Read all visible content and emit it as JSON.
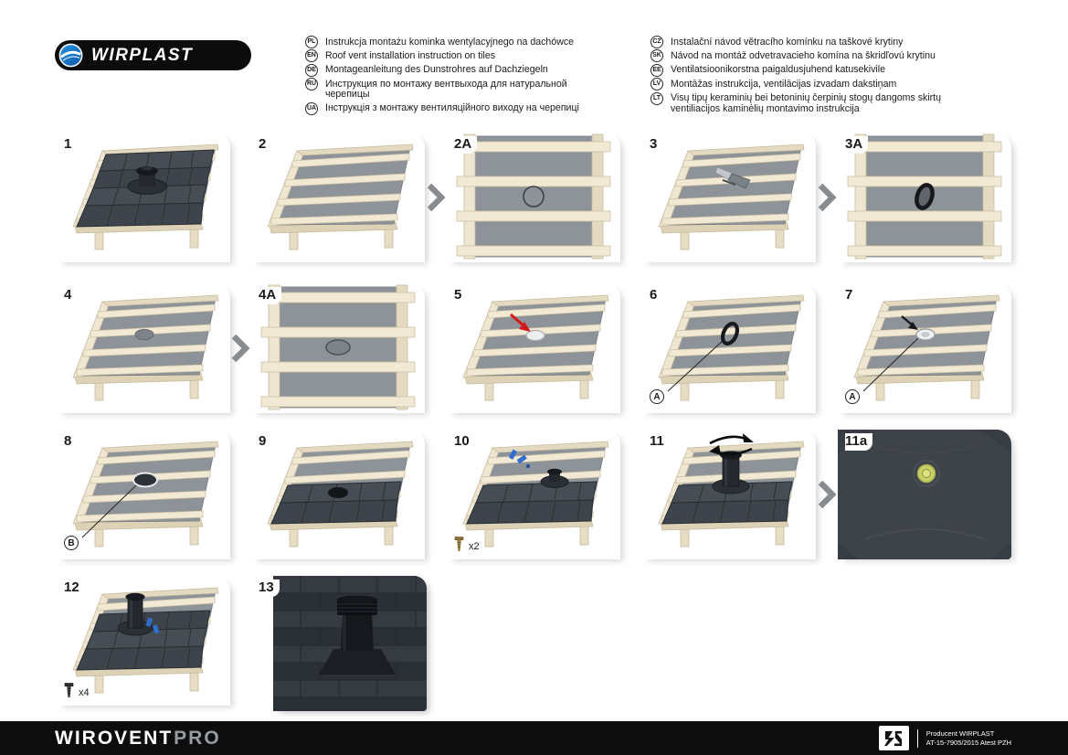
{
  "logo": {
    "brand": "WIRPLAST"
  },
  "languages_left": [
    {
      "code": "PL",
      "text": "Instrukcja montażu kominka wentylacyjnego na dachówce"
    },
    {
      "code": "EN",
      "text": "Roof vent installation instruction on tiles"
    },
    {
      "code": "DE",
      "text": "Montageanleitung des Dunstrohres auf Dachziegeln"
    },
    {
      "code": "RU",
      "text": "Инструкция по монтажу вентвыхода для натуральной черепицы"
    },
    {
      "code": "UA",
      "text": "Інструкція з монтажу вентиляційного виходу на черепиці"
    }
  ],
  "languages_right": [
    {
      "code": "CZ",
      "text": "Instalační návod větracího komínku na taškové krytiny"
    },
    {
      "code": "SK",
      "text": "Návod na montáž odvetravacieho komína na škridľovú krytinu"
    },
    {
      "code": "EE",
      "text": "Ventilatsioonikorstna paigaldusjuhend katusekivile"
    },
    {
      "code": "LV",
      "text": "Montāžas instrukcija, ventilācijas izvadam dakstiņam"
    },
    {
      "code": "LT",
      "text": "Visų tipų keraminių bei betoninių čerpinių stogų dangoms skirtų ventiliacijos kaminėlių montavimo instrukcija"
    }
  ],
  "steps": [
    {
      "number": "1"
    },
    {
      "number": "2"
    },
    {
      "number": "2A"
    },
    {
      "number": "3"
    },
    {
      "number": "3A"
    },
    {
      "number": "4"
    },
    {
      "number": "4A"
    },
    {
      "number": "5"
    },
    {
      "number": "6",
      "marker": "A"
    },
    {
      "number": "7",
      "marker": "A"
    },
    {
      "number": "8",
      "marker": "B"
    },
    {
      "number": "9"
    },
    {
      "number": "10",
      "count": "x2"
    },
    {
      "number": "11"
    },
    {
      "number": "11a"
    },
    {
      "number": "12",
      "count": "x4"
    },
    {
      "number": "13"
    }
  ],
  "footer": {
    "brand_main": "WIROVENT",
    "brand_suffix": "PRO",
    "producer_line1": "Producent WIRPLAST",
    "producer_line2": "AT-15-7905/2015 Atest PZH"
  },
  "colors": {
    "wood": "#efe6d1",
    "membrane": "#8d9399",
    "tile_dark": "#3e444b",
    "logo_blue": "#1b7fd0",
    "fixing_blue": "#2f6fd0",
    "arrow_red": "#d11919",
    "footer_bg": "#0d0d0d"
  }
}
